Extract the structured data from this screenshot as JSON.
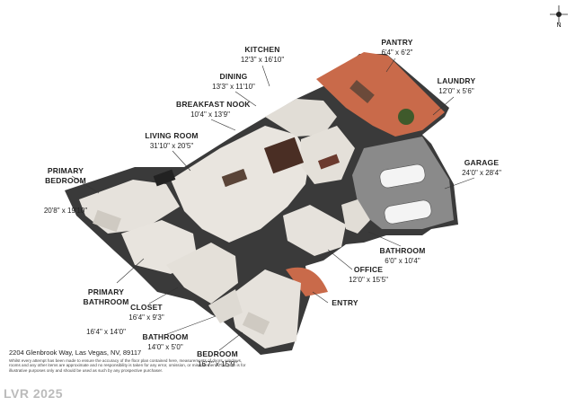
{
  "rooms": {
    "kitchen": {
      "name": "KITCHEN",
      "dim": "12'3\" x 16'10\""
    },
    "pantry": {
      "name": "PANTRY",
      "dim": "6'4\" x 6'2\""
    },
    "dining": {
      "name": "DINING",
      "dim": "13'3\" x 11'10\""
    },
    "laundry": {
      "name": "LAUNDRY",
      "dim": "12'0\" x 5'6\""
    },
    "breakfast_nook": {
      "name": "BREAKFAST NOOK",
      "dim": "10'4\" x 13'9\""
    },
    "living_room": {
      "name": "LIVING ROOM",
      "dim": "31'10\" x 20'5\""
    },
    "primary_bedroom": {
      "name": "PRIMARY\nBEDROOM",
      "dim": "20'8\" x 19'10\""
    },
    "garage": {
      "name": "GARAGE",
      "dim": "24'0\" x 28'4\""
    },
    "bathroom_right": {
      "name": "BATHROOM",
      "dim": "6'0\" x 10'4\""
    },
    "primary_bathroom": {
      "name": "PRIMARY\nBATHROOM",
      "dim": "16'4\" x 14'0\""
    },
    "office": {
      "name": "OFFICE",
      "dim": "12'0\" x 15'5\""
    },
    "closet": {
      "name": "CLOSET",
      "dim": "16'4\" x 9'3\""
    },
    "entry": {
      "name": "ENTRY",
      "dim": ""
    },
    "bathroom_bottom": {
      "name": "BATHROOM",
      "dim": "14'0\" x 5'0\""
    },
    "bedroom": {
      "name": "BEDROOM",
      "dim": "16'7\" x 15'9\""
    }
  },
  "footer": {
    "address": "2204 Glenbrook Way, Las Vegas, NV, 89117",
    "disclaimer": "Whilst every attempt has been made to ensure the accuracy of the floor plan contained here, measurements of doors, windows, rooms and any other items are approximate and no responsibility is taken for any error, omission, or misstatement. This plan is for illustrative purposes only and should be used as such by any prospective purchaser."
  },
  "watermark": "LVR 2025",
  "compass": {
    "label": "N"
  },
  "colors": {
    "floor": "#e6e2dc",
    "wall": "#3a3a3a",
    "terracotta": "#c96a4a",
    "garage": "#8a8a8a"
  }
}
